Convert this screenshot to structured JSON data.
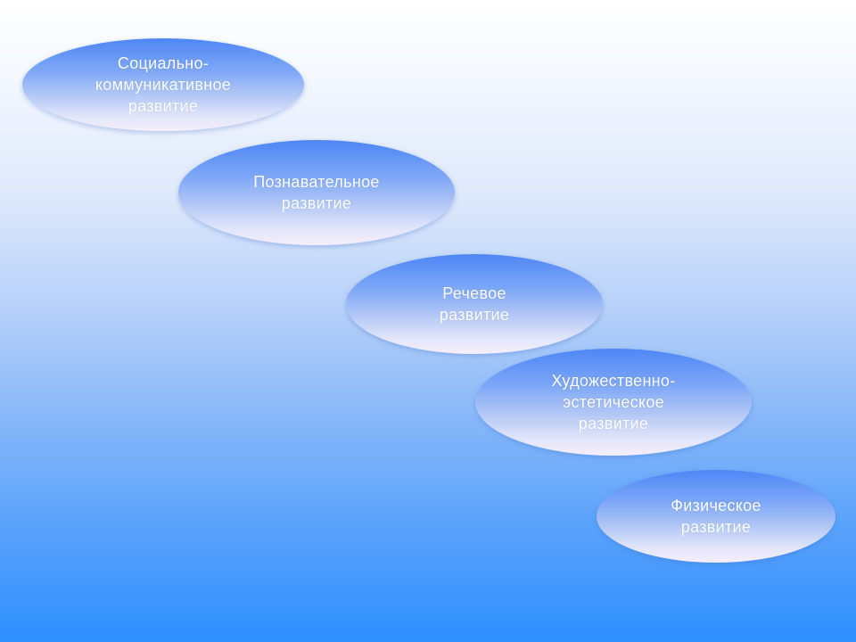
{
  "items": [
    {
      "label": "Социально-\nкоммуникативное\nразвитие"
    },
    {
      "label": "Познавательное\nразвитие"
    },
    {
      "label": "Речевое\nразвитие"
    },
    {
      "label": "Художественно-\nэстетическое\nразвитие"
    },
    {
      "label": "Физическое\nразвитие"
    }
  ]
}
